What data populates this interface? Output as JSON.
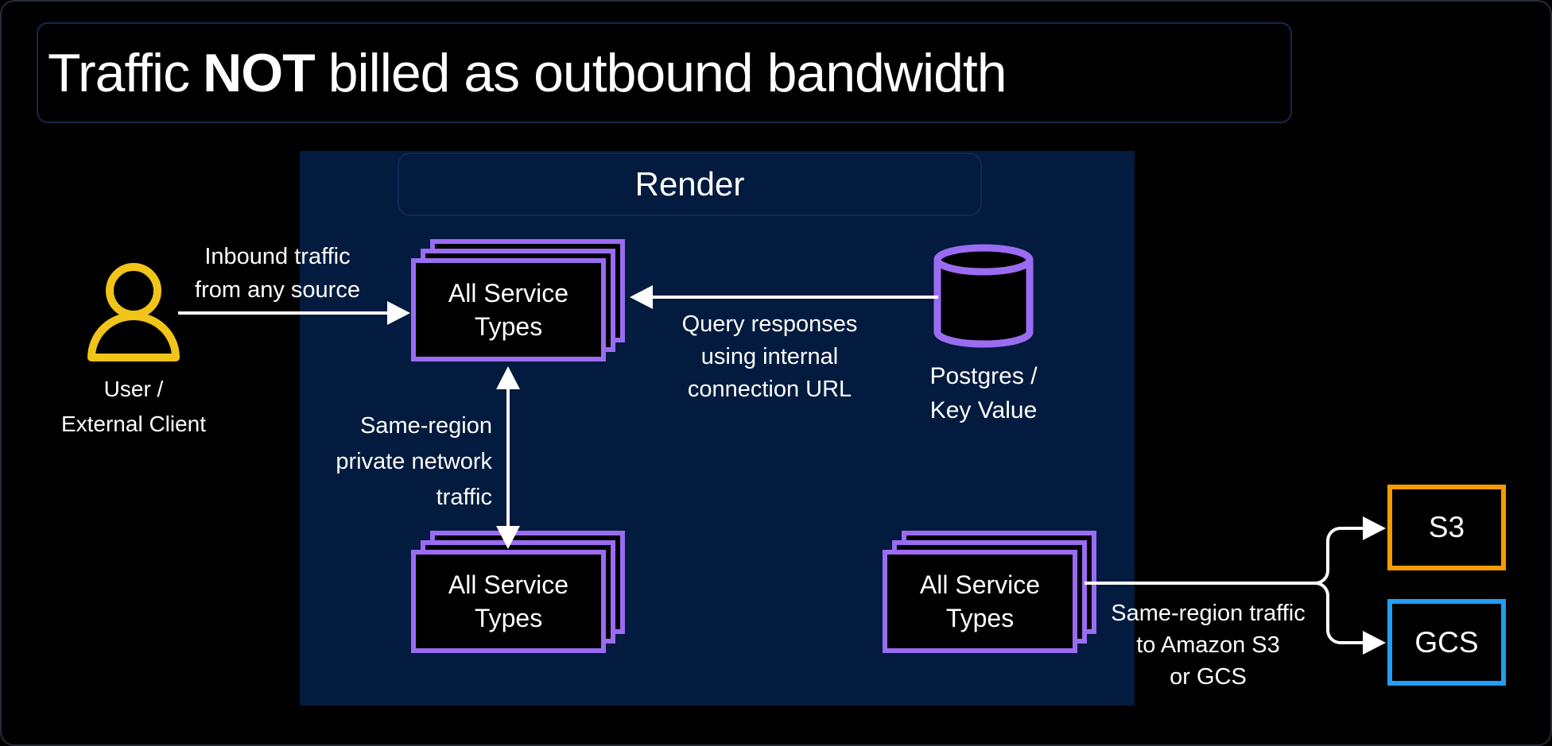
{
  "title": {
    "prefix": "Traffic",
    "emphasis": "NOT",
    "suffix": "billed as outbound bandwidth"
  },
  "region": {
    "label": "Render",
    "fill": "#021b3e"
  },
  "nodes": {
    "user": {
      "icon": "person-icon",
      "color": "#f0c419",
      "label_lines": [
        "User /",
        "External Client"
      ]
    },
    "service_top": {
      "label": "All Service Types"
    },
    "service_bottom_left": {
      "label": "All Service Types"
    },
    "service_bottom_right": {
      "label": "All Service Types"
    },
    "database": {
      "icon": "database-cylinder-icon",
      "color": "#9a6cf2",
      "label_lines": [
        "Postgres /",
        "Key Value"
      ]
    },
    "s3": {
      "label": "S3",
      "border_color": "#f99b00"
    },
    "gcs": {
      "label": "GCS",
      "border_color": "#239df5"
    }
  },
  "edges": {
    "inbound": {
      "from": "user",
      "to": "service_top",
      "direction": "right",
      "lines": [
        "Inbound traffic",
        "from any source"
      ]
    },
    "query": {
      "from": "database",
      "to": "service_top",
      "direction": "left",
      "lines": [
        "Query responses",
        "using internal",
        "connection URL"
      ]
    },
    "private_network": {
      "from": "service_top",
      "to": "service_bottom_left",
      "direction": "bidirectional",
      "lines": [
        "Same-region",
        "private network",
        "traffic"
      ]
    },
    "storage": {
      "from": "service_bottom_right",
      "to": "S3 / GCS",
      "direction": "right-fork",
      "lines": [
        "Same-region traffic",
        "to Amazon S3",
        "or GCS"
      ]
    }
  },
  "colors": {
    "background": "#000000",
    "region_fill": "#021b3e",
    "service_border": "#9a6cf2",
    "user_icon": "#f0c419",
    "s3_border": "#f99b00",
    "gcs_border": "#239df5",
    "arrow": "#ffffff",
    "text": "#ffffff",
    "title_border": "#16284a"
  }
}
